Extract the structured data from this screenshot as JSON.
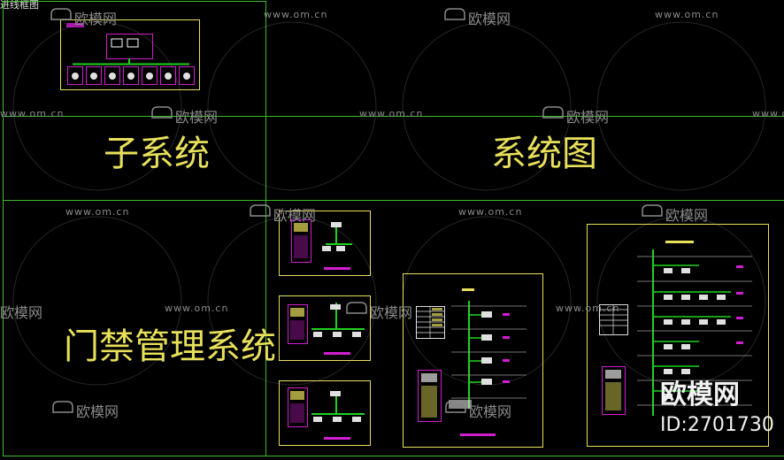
{
  "window": {
    "tab_label": "进线框图"
  },
  "labels": {
    "subsystem": "子系统",
    "system_diagram": "系统图",
    "access_control": "门禁管理系统"
  },
  "watermarks": {
    "url_text": "www.om.cn",
    "logo_text": "欧模网"
  },
  "brand": {
    "name": "欧模网",
    "id": "ID:2701730"
  },
  "colors": {
    "grid": "#3bbf2a",
    "frame": "#e8e05a",
    "accent": "#d01ed0",
    "line": "#1fd21f",
    "wire": "#e0e0e0"
  }
}
